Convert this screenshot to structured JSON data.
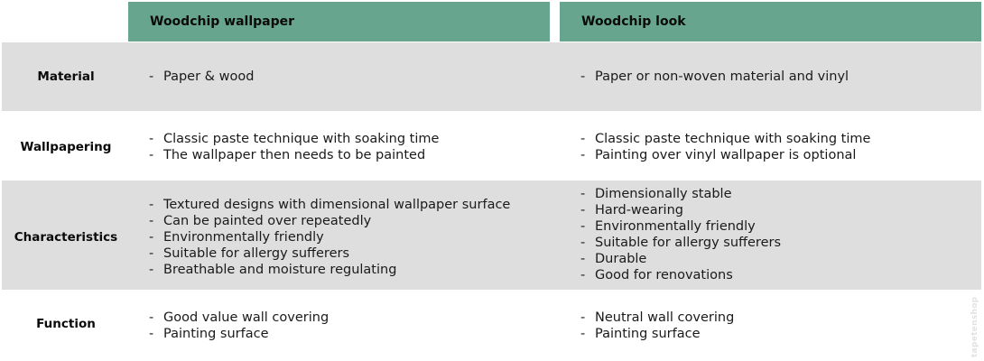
{
  "table": {
    "columns": [
      "Woodchip wallpaper",
      "Woodchip look"
    ],
    "rows": [
      {
        "label": "Material",
        "col1": [
          "Paper & wood"
        ],
        "col2": [
          "Paper or non-woven material and vinyl"
        ]
      },
      {
        "label": "Wallpapering",
        "col1": [
          "Classic paste technique with soaking time",
          "The wallpaper then needs to be painted"
        ],
        "col2": [
          "Classic paste technique with soaking time",
          "Painting over vinyl wallpaper is optional"
        ]
      },
      {
        "label": "Characteristics",
        "col1": [
          "Textured designs with dimensional wallpaper surface",
          "Can be painted over repeatedly",
          "Environmentally friendly",
          "Suitable for allergy sufferers",
          "Breathable and moisture regulating"
        ],
        "col2": [
          "Dimensionally stable",
          "Hard-wearing",
          "Environmentally friendly",
          "Suitable for allergy sufferers",
          "Durable",
          "Good for renovations"
        ]
      },
      {
        "label": "Function",
        "col1": [
          "Good value wall covering",
          "Painting surface"
        ],
        "col2": [
          "Neutral wall covering",
          "Painting surface"
        ]
      }
    ]
  },
  "watermark": "tapetenshop",
  "colors": {
    "header": "#68a58e",
    "row_gray": "#dedede"
  }
}
